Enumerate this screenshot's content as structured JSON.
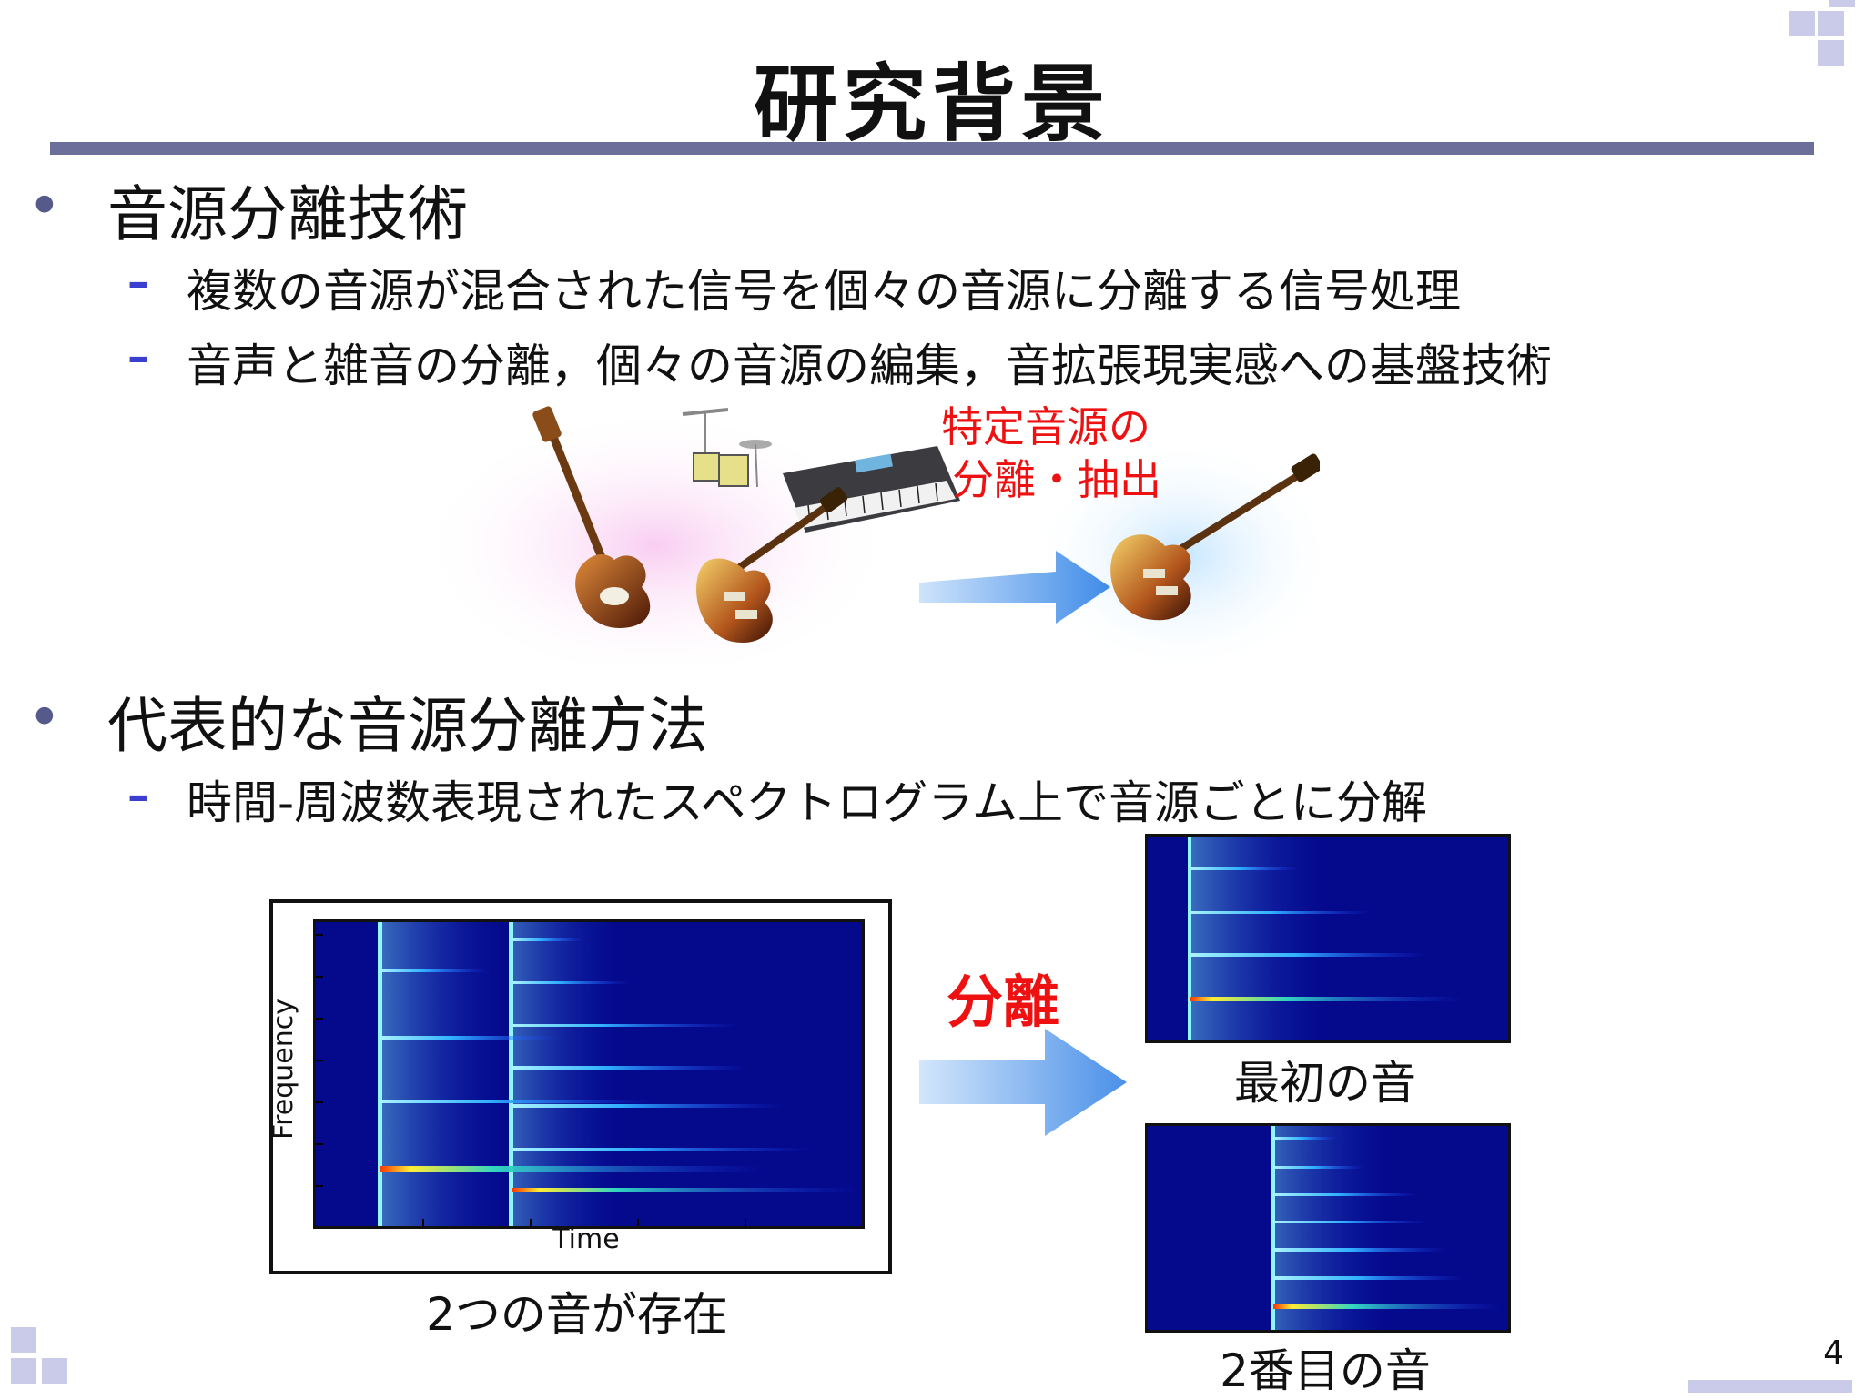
{
  "slide": {
    "title": "研究背景",
    "page_number": "4"
  },
  "section1": {
    "heading": "音源分離技術",
    "sub1": "複数の音源が混合された信号を個々の音源に分離する信号処理",
    "sub2": "音声と雑音の分離，個々の音源の編集，音拡張現実感への基盤技術"
  },
  "illustration": {
    "label_line1": "特定音源の",
    "label_line2": "分離・抽出"
  },
  "section2": {
    "heading": "代表的な音源分離方法",
    "sub1": "時間-周波数表現されたスペクトログラム上で音源ごとに分解"
  },
  "figure": {
    "ylabel": "Frequency",
    "xlabel": "Time",
    "mix_caption": "2つの音が存在",
    "separate_label": "分離",
    "first_caption": "最初の音",
    "second_caption": "2番目の音"
  },
  "colors": {
    "accent_red": "#ee1111",
    "rule": "#6b6f9a",
    "dash_blue": "#3b3fd0",
    "spectrogram_bg": "#050a8c"
  }
}
